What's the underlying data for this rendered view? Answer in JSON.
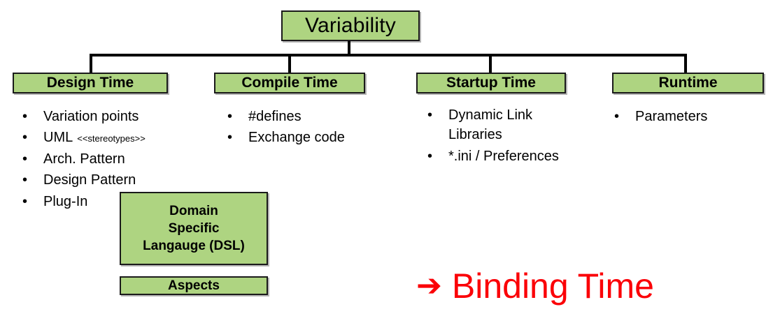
{
  "diagram": {
    "root": {
      "label": "Variability"
    },
    "colors": {
      "box_fill": "#aed481",
      "box_border": "#1a1a1a",
      "accent_red": "#fb0007",
      "text": "#000000"
    },
    "columns": [
      {
        "header": "Design Time",
        "items": [
          {
            "text": "Variation points"
          },
          {
            "text": "UML",
            "note": "<<stereotypes>>"
          },
          {
            "text": "Arch. Pattern"
          },
          {
            "text": "Design Pattern"
          },
          {
            "text": "Plug-In"
          }
        ]
      },
      {
        "header": "Compile Time",
        "items": [
          {
            "text": "#defines"
          },
          {
            "text": "Exchange code"
          }
        ]
      },
      {
        "header": "Startup Time",
        "items": [
          {
            "text": "Dynamic Link Libraries"
          },
          {
            "text": "*.ini / Preferences"
          }
        ]
      },
      {
        "header": "Runtime",
        "items": [
          {
            "text": "Parameters"
          }
        ]
      }
    ],
    "extra_boxes": [
      {
        "lines": [
          "Domain",
          "Specific",
          "Langauge (DSL)"
        ]
      },
      {
        "lines": [
          "Aspects"
        ]
      }
    ],
    "callout": {
      "arrow": "➔",
      "label": "Binding Time"
    }
  }
}
